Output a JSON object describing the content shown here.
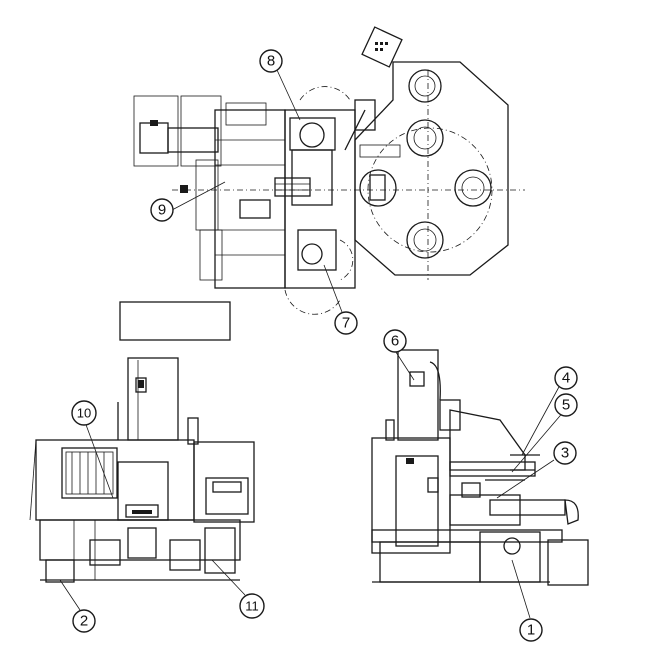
{
  "figure": {
    "callouts": [
      {
        "id": "1",
        "label": "1"
      },
      {
        "id": "2",
        "label": "2"
      },
      {
        "id": "3",
        "label": "3"
      },
      {
        "id": "4",
        "label": "4"
      },
      {
        "id": "5",
        "label": "5"
      },
      {
        "id": "6",
        "label": "6"
      },
      {
        "id": "7",
        "label": "7"
      },
      {
        "id": "8",
        "label": "8"
      },
      {
        "id": "9",
        "label": "9"
      },
      {
        "id": "10",
        "label": "10"
      },
      {
        "id": "11",
        "label": "11"
      }
    ],
    "colors": {
      "line": "#1a1a1a",
      "background": "#ffffff"
    }
  }
}
